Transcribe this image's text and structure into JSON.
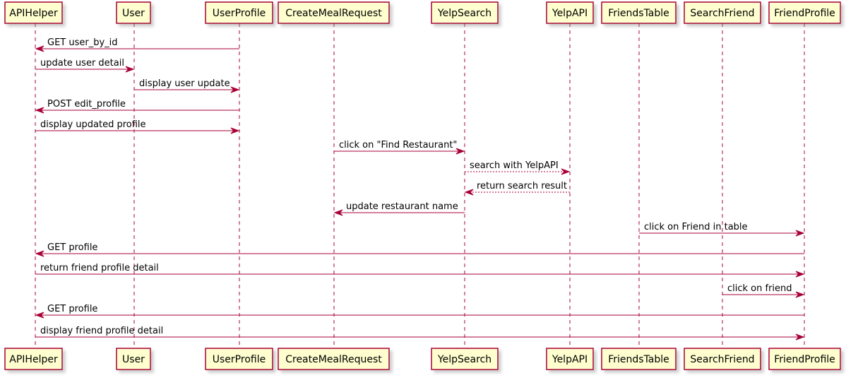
{
  "participants": [
    {
      "id": "APIHelper",
      "label": "APIHelper"
    },
    {
      "id": "User",
      "label": "User"
    },
    {
      "id": "UserProfile",
      "label": "UserProfile"
    },
    {
      "id": "CreateMealRequest",
      "label": "CreateMealRequest"
    },
    {
      "id": "YelpSearch",
      "label": "YelpSearch"
    },
    {
      "id": "YelpAPI",
      "label": "YelpAPI"
    },
    {
      "id": "FriendsTable",
      "label": "FriendsTable"
    },
    {
      "id": "SearchFriend",
      "label": "SearchFriend"
    },
    {
      "id": "FriendProfile",
      "label": "FriendProfile"
    }
  ],
  "messages": [
    {
      "from": "UserProfile",
      "to": "APIHelper",
      "label": "GET user_by_id",
      "style": "solid"
    },
    {
      "from": "APIHelper",
      "to": "User",
      "label": "update user detail",
      "style": "solid"
    },
    {
      "from": "User",
      "to": "UserProfile",
      "label": "display user update",
      "style": "solid"
    },
    {
      "from": "UserProfile",
      "to": "APIHelper",
      "label": "POST edit_profile",
      "style": "solid"
    },
    {
      "from": "APIHelper",
      "to": "UserProfile",
      "label": "display updated profile",
      "style": "solid"
    },
    {
      "from": "CreateMealRequest",
      "to": "YelpSearch",
      "label": "click on \"Find Restaurant\"",
      "style": "solid"
    },
    {
      "from": "YelpSearch",
      "to": "YelpAPI",
      "label": "search with YelpAPI",
      "style": "dashed"
    },
    {
      "from": "YelpAPI",
      "to": "YelpSearch",
      "label": "return search result",
      "style": "dashed"
    },
    {
      "from": "YelpSearch",
      "to": "CreateMealRequest",
      "label": "update restaurant name",
      "style": "solid"
    },
    {
      "from": "FriendsTable",
      "to": "FriendProfile",
      "label": "click on Friend in table",
      "style": "solid"
    },
    {
      "from": "FriendProfile",
      "to": "APIHelper",
      "label": "GET profile",
      "style": "solid"
    },
    {
      "from": "APIHelper",
      "to": "FriendProfile",
      "label": "return friend profile detail",
      "style": "solid"
    },
    {
      "from": "SearchFriend",
      "to": "FriendProfile",
      "label": "click on friend",
      "style": "solid"
    },
    {
      "from": "FriendProfile",
      "to": "APIHelper",
      "label": "GET profile",
      "style": "solid"
    },
    {
      "from": "APIHelper",
      "to": "FriendProfile",
      "label": "display friend profile detail",
      "style": "solid"
    }
  ],
  "colors": {
    "participant_fill": "#FEFECE",
    "participant_border": "#A80036",
    "line": "#A80036",
    "text": "#000000"
  }
}
